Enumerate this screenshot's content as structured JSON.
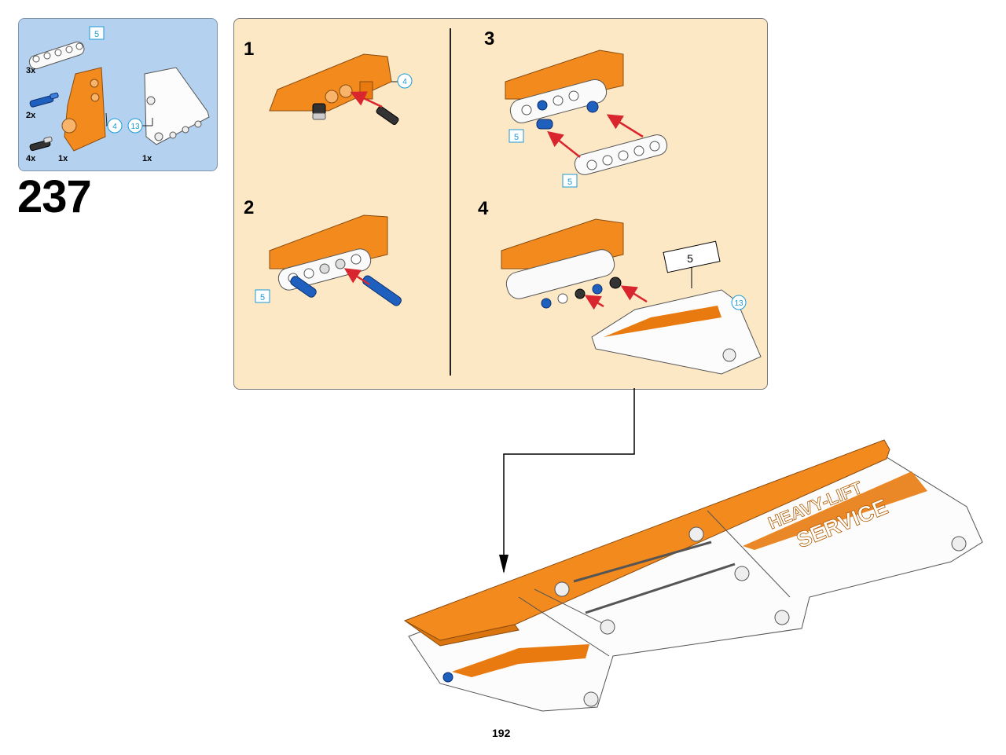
{
  "parts_list": {
    "items": [
      {
        "name": "5-module beam (white)",
        "qty": "3x",
        "length_label": "5"
      },
      {
        "name": "friction pin with axle (blue)",
        "qty": "2x"
      },
      {
        "name": "friction pin (black)",
        "qty": "4x"
      },
      {
        "name": "orange panel",
        "qty": "1x",
        "callout": "4"
      },
      {
        "name": "white curved panel with sticker",
        "qty": "1x",
        "callout": "13"
      }
    ]
  },
  "step_number": "237",
  "sub_steps": [
    {
      "number": "1",
      "callout": "4"
    },
    {
      "number": "2",
      "length_label": "5"
    },
    {
      "number": "3",
      "length_labels": [
        "5",
        "5"
      ]
    },
    {
      "number": "4",
      "callout": "13",
      "sticker_number": "5"
    }
  ],
  "final_model": {
    "sticker_line1": "HEAVY-LIFT",
    "sticker_line2": "SERVICE"
  },
  "colors": {
    "parts_bg": "#b4d2f0",
    "substeps_bg": "#fde8c5",
    "orange": "#f28a1e",
    "blue": "#1f5fbd",
    "arrow_red": "#d9262e",
    "callout": "#1a9ad6"
  },
  "page_number": "192"
}
